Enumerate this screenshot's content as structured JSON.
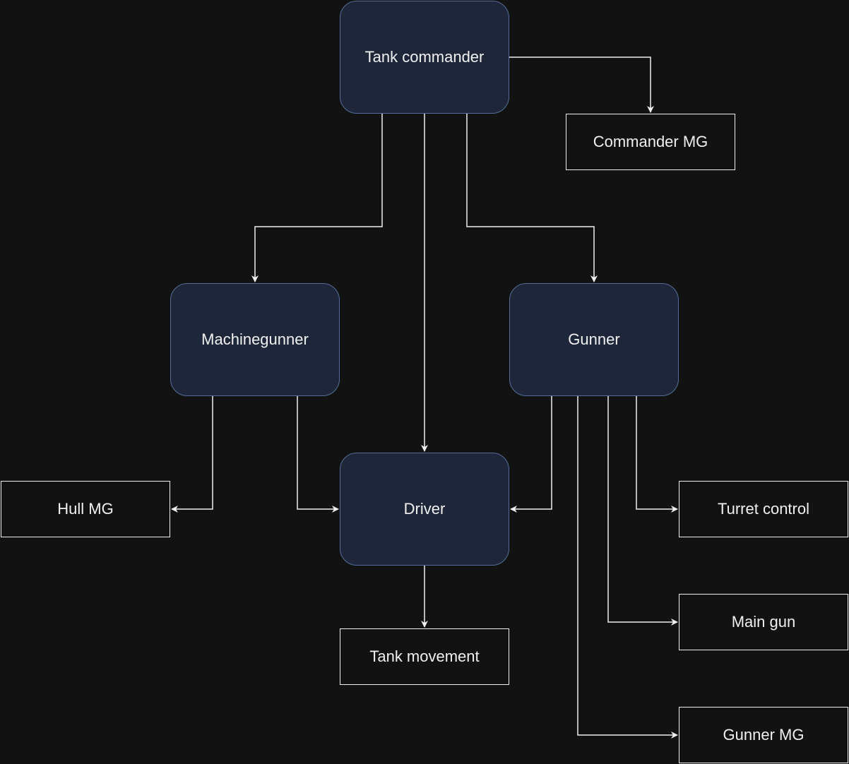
{
  "diagram": {
    "roles": {
      "commander": "Tank commander",
      "machinegunner": "Machinegunner",
      "gunner": "Gunner",
      "driver": "Driver"
    },
    "tasks": {
      "commander_mg": "Commander MG",
      "hull_mg": "Hull MG",
      "tank_movement": "Tank movement",
      "turret_control": "Turret control",
      "main_gun": "Main gun",
      "gunner_mg": "Gunner MG"
    },
    "colors": {
      "background": "#121212",
      "role_fill": "#1e2739",
      "role_border": "#52709b",
      "task_border": "#f0f0f0",
      "connector": "#f0f0f0",
      "text": "#f0f0f0"
    }
  }
}
